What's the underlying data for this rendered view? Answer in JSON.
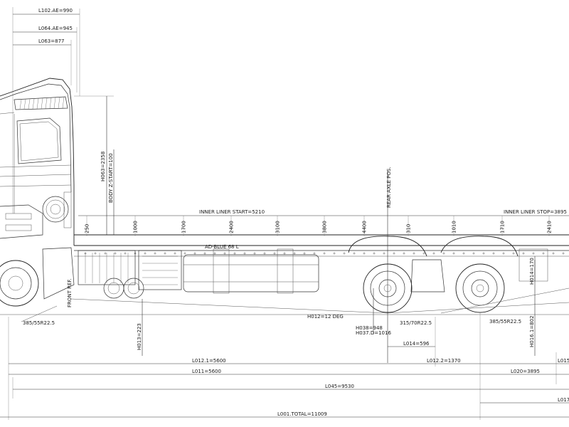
{
  "top_dimensions": {
    "l102": "L102.AE=990",
    "l064": "L064.AE=945",
    "l063": "L063=877"
  },
  "vertical_dimensions": {
    "h063": "H063=2358",
    "body_z_start": "BODY Z-START=100",
    "rear_axle_pos": "REAR AXLE POS.",
    "h013": "H013=223",
    "h016": "H016.1=802",
    "h014": "H014=170",
    "front_ref": "FRONT REF."
  },
  "liner": {
    "start": "INNER LINER START=5210",
    "stop": "INNER LINER STOP=3895"
  },
  "chassis_ticks_left": [
    "250",
    "1000",
    "1700",
    "2400",
    "3100",
    "3800",
    "4400"
  ],
  "chassis_ticks_right": [
    "310",
    "1010",
    "1710",
    "2410"
  ],
  "components": {
    "adblue": "AD-BLUE 68 L"
  },
  "tires": {
    "front": "385/55R22.5",
    "drive": "315/70R22.5",
    "tag": "385/55R22.5"
  },
  "angle": "H012=12 DEG",
  "heights": {
    "h038": "H038=948",
    "h037": "H037.D=1016"
  },
  "bottom_dimensions": {
    "l014": "L014=596",
    "l012_1": "L012.1=5600",
    "l012_2": "L012.2=1370",
    "l015": "L015",
    "l011": "L011=5600",
    "l020": "L020=3895",
    "l045": "L045=9530",
    "l017": "L017",
    "l001": "L001.TOTAL=11009"
  }
}
